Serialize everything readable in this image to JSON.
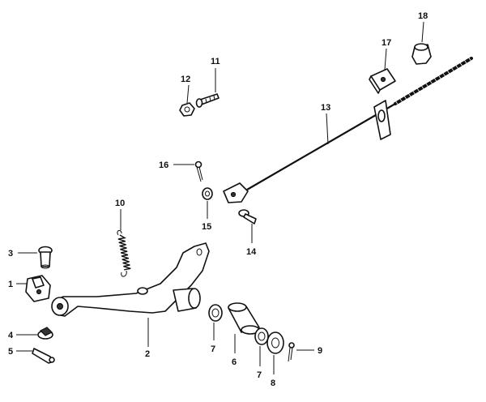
{
  "callouts": {
    "c1": "1",
    "c2": "2",
    "c3": "3",
    "c4": "4",
    "c5": "5",
    "c6": "6",
    "c7a": "7",
    "c7b": "7",
    "c8": "8",
    "c9": "9",
    "c10": "10",
    "c11": "11",
    "c12": "12",
    "c13": "13",
    "c14": "14",
    "c15": "15",
    "c16": "16",
    "c17": "17",
    "c18": "18"
  },
  "colors": {
    "ink": "#111111",
    "background": "#ffffff"
  }
}
